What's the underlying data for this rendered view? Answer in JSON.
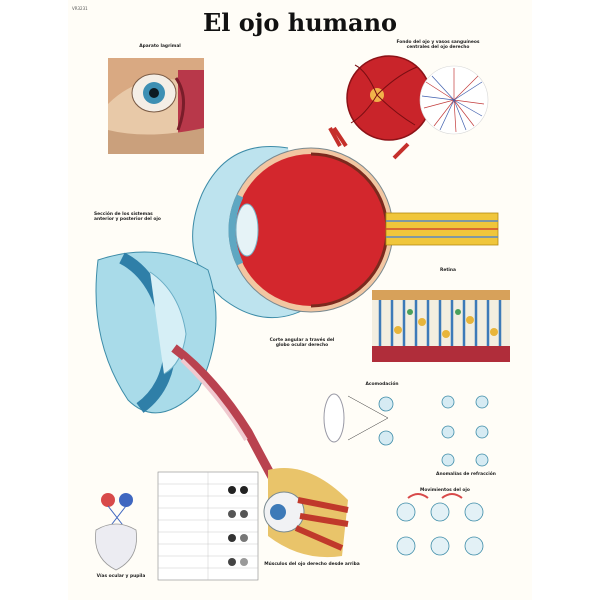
{
  "poster": {
    "code": "VR3231",
    "title": "El ojo humano",
    "captions": {
      "lacrimal": "Aparato lagrimal",
      "fundus": "Fondo del ojo y vasos sanguíneos centrales del ojo derecho",
      "anterior": "Sección de los sistemas anterior y posterior del ojo",
      "globe": "Corte angular a través del globo ocular derecho",
      "retina": "Retina",
      "accommodation": "Acomodación",
      "refraction": "Anomalías de refracción",
      "muscles": "Músculos del ojo derecho desde arriba",
      "movements": "Movimientos del ojo",
      "vision": "Vías ocular y pupila"
    }
  }
}
